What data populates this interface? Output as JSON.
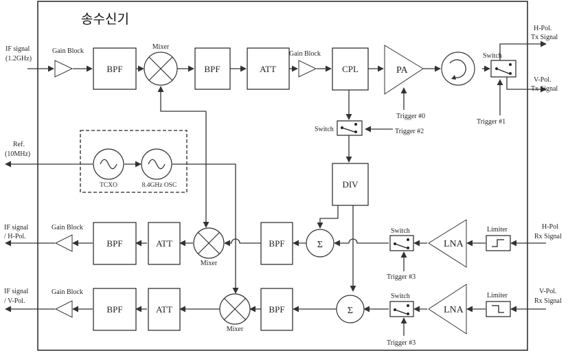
{
  "title": "송수신기",
  "io": {
    "if_in": [
      "IF signal",
      "(1.2GHz)"
    ],
    "ref": [
      "Ref.",
      "(10MHz)"
    ],
    "if_out_h": [
      "IF signal",
      "/ H-Pol."
    ],
    "if_out_v": [
      "IF signal",
      "/ V-Pol."
    ],
    "h_tx": [
      "H-Pol.",
      "Tx Signal"
    ],
    "v_tx": [
      "V-Pol.",
      "Tx Signal"
    ],
    "h_rx": [
      "H-Pol",
      "Rx Signal"
    ],
    "v_rx": [
      "V-Pol.",
      "Rx Signal"
    ]
  },
  "labels": {
    "gain_block": "Gain Block",
    "mixer": "Mixer",
    "switch": "Switch",
    "limiter": "Limiter",
    "tcxo": "TCXO",
    "osc": "8.4GHz OSC",
    "trigger0": "Trigger #0",
    "trigger1": "Trigger #1",
    "trigger2": "Trigger #2",
    "trigger3": "Trigger #3"
  },
  "blocks": {
    "bpf": "BPF",
    "att": "ATT",
    "cpl": "CPL",
    "pa": "PA",
    "div": "DIV",
    "lna": "LNA",
    "sum": "Σ"
  }
}
